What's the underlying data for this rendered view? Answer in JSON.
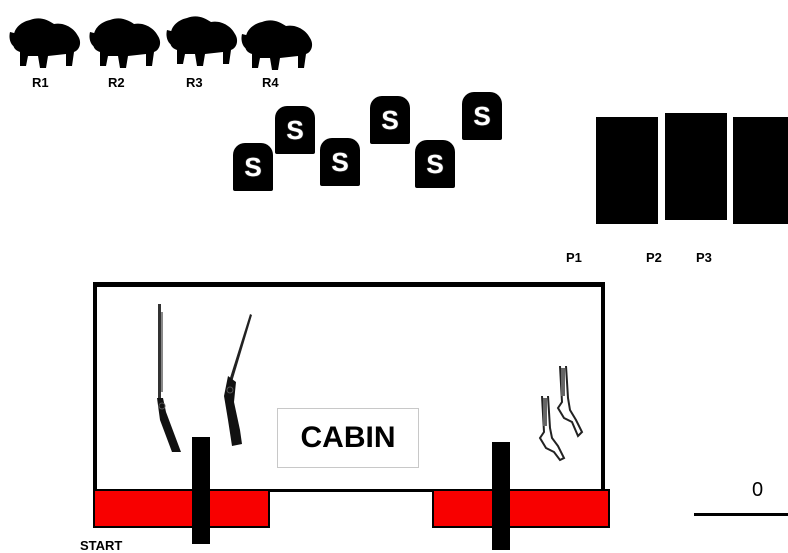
{
  "rifle_targets": [
    {
      "label": "R1",
      "icon": "buffalo-icon"
    },
    {
      "label": "R2",
      "icon": "buffalo-icon"
    },
    {
      "label": "R3",
      "icon": "buffalo-icon"
    },
    {
      "label": "R4",
      "icon": "buffalo-icon"
    }
  ],
  "shotgun_targets": [
    {
      "glyph": "S",
      "icon": "tombstone-icon"
    },
    {
      "glyph": "S",
      "icon": "tombstone-icon"
    },
    {
      "glyph": "S",
      "icon": "tombstone-icon"
    },
    {
      "glyph": "S",
      "icon": "tombstone-icon"
    },
    {
      "glyph": "S",
      "icon": "tombstone-icon"
    },
    {
      "glyph": "S",
      "icon": "tombstone-icon"
    }
  ],
  "pistol_targets": [
    {
      "label": "P1"
    },
    {
      "label": "P2"
    },
    {
      "label": "P3"
    }
  ],
  "cabin": {
    "label": "CABIN"
  },
  "start": {
    "label": "START"
  },
  "marker": {
    "glyph": "0"
  },
  "colors": {
    "table": "#f80000",
    "ink": "#000000",
    "background": "#ffffff"
  }
}
